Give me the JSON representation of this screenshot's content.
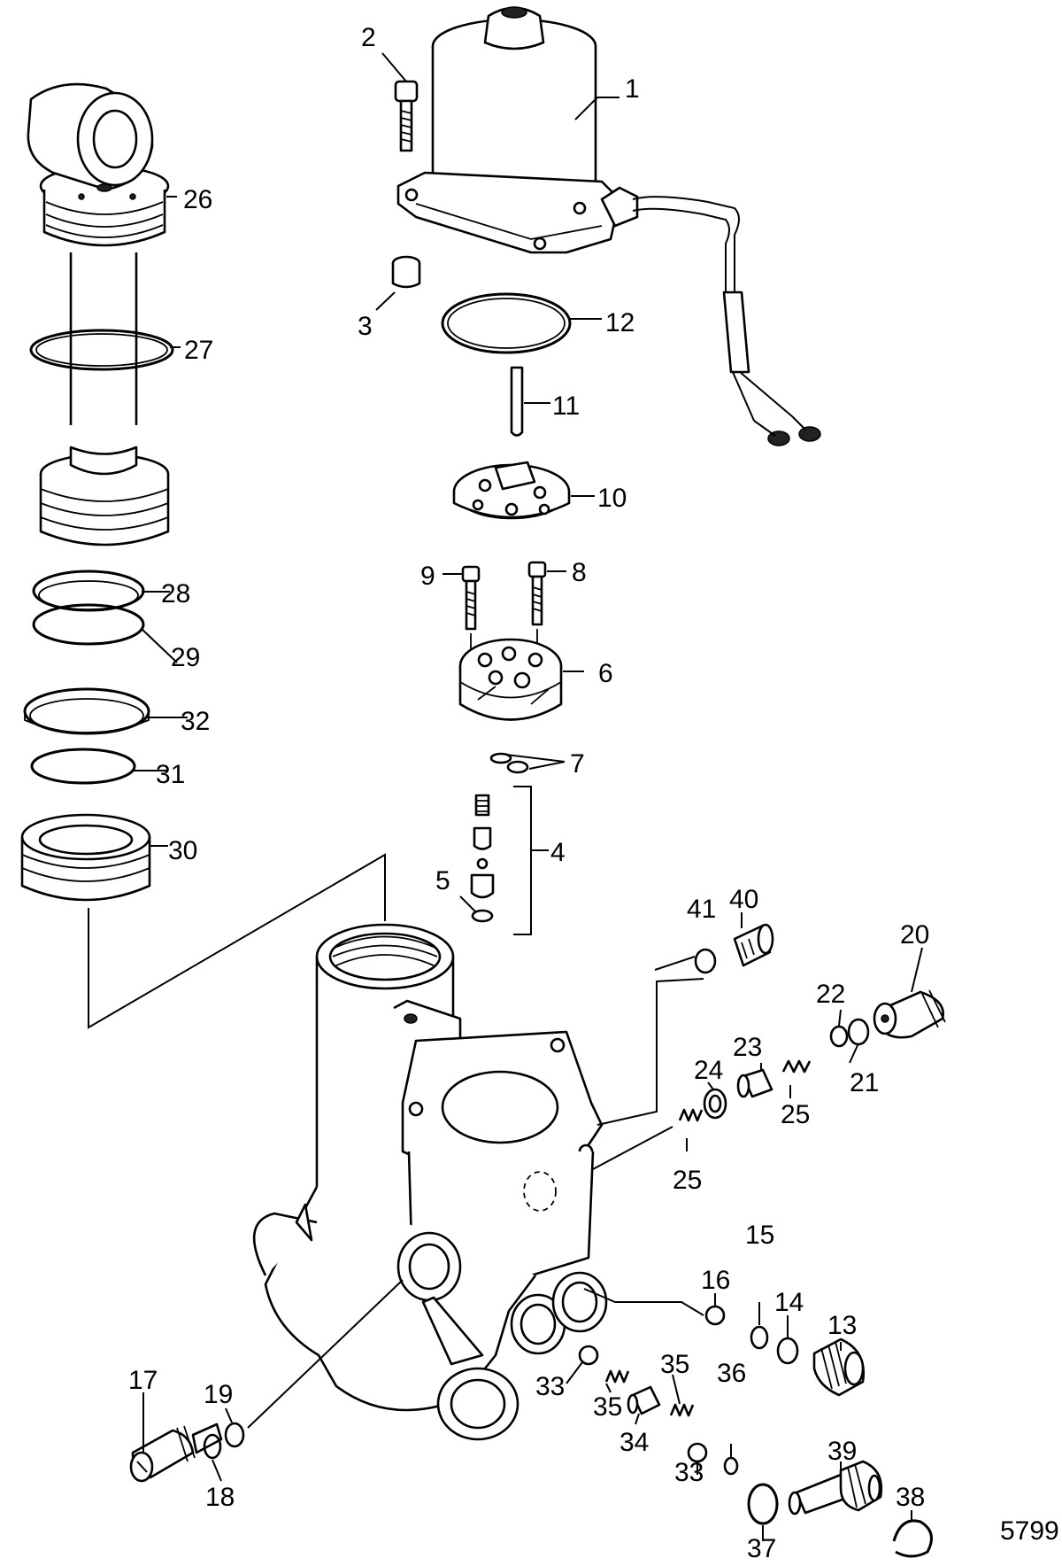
{
  "diagram": {
    "reference_number": "5799",
    "callouts": [
      "1",
      "2",
      "3",
      "4",
      "5",
      "6",
      "7",
      "8",
      "9",
      "10",
      "11",
      "12",
      "13",
      "14",
      "15",
      "16",
      "17",
      "18",
      "19",
      "20",
      "21",
      "22",
      "23",
      "24",
      "25",
      "25",
      "26",
      "27",
      "28",
      "29",
      "30",
      "31",
      "32",
      "33",
      "33",
      "34",
      "35",
      "35",
      "36",
      "37",
      "38",
      "39",
      "40",
      "41"
    ]
  }
}
